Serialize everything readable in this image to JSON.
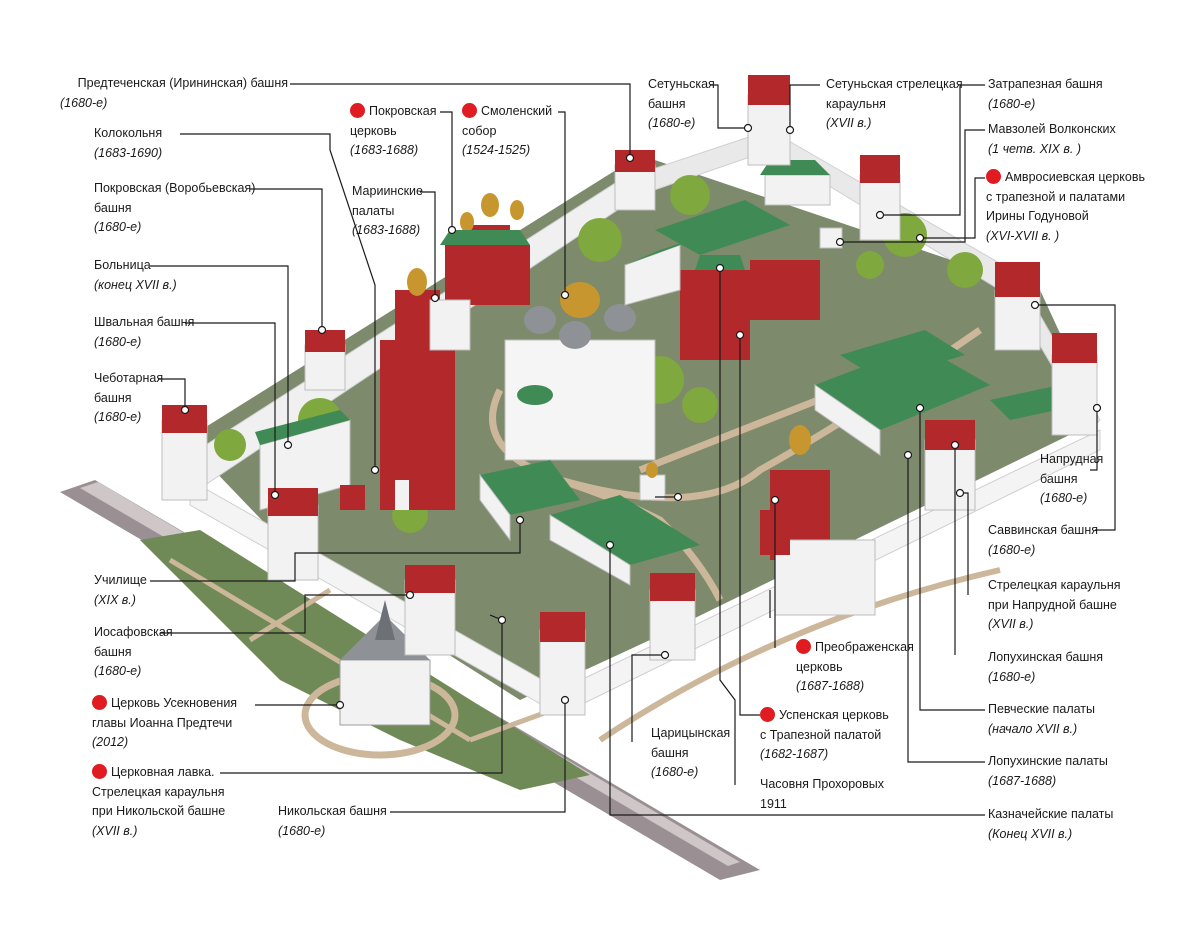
{
  "labels": {
    "predtechenskaya": {
      "name": "Предтеченская (Ирининская) башня",
      "date": "(1680-е)"
    },
    "kolokolnya": {
      "name": "Колокольня",
      "date": "(1683-1690)"
    },
    "pokrovskaya_bashnya": {
      "name1": "Покровская (Воробьевская)",
      "name2": "башня",
      "date": "(1680-е)"
    },
    "bolnitsa": {
      "name": "Больница",
      "date": "(конец XVII в.)"
    },
    "shvalnaya": {
      "name": "Швальная башня",
      "date": "(1680-е)"
    },
    "chebotarnaya": {
      "name1": "Чеботарная",
      "name2": "башня",
      "date": "(1680-е)"
    },
    "pokrovskaya_tserkov": {
      "name1": "Покровская",
      "name2": "церковь",
      "date": "(1683-1688)"
    },
    "smolensky_sobor": {
      "name1": "Смоленский",
      "name2": "собор",
      "date": "(1524-1525)"
    },
    "mariinskie": {
      "name1": "Мариинские",
      "name2": "палаты",
      "date": "(1683-1688)"
    },
    "setunskaya_bashnya": {
      "name1": "Сетуньская",
      "name2": "башня",
      "date": "(1680-е)"
    },
    "setunskaya_karaulnya": {
      "name1": "Сетуньская стрелецкая",
      "name2": "караульня",
      "date": "(XVII в.)"
    },
    "zatrapeznaya": {
      "name": "Затрапезная башня",
      "date": "(1680-е)"
    },
    "mavzolei": {
      "name": "Мавзолей Волконских",
      "date": "(1 четв. XIX в. )"
    },
    "amvrosievskaya": {
      "name1": "Амвросиевская церковь",
      "name2": "с трапезной и палатами",
      "name3": "Ирины Годуновой",
      "date": "(XVI-XVII в. )"
    },
    "naprudnaya": {
      "name1": "Напрудная",
      "name2": "башня",
      "date": "(1680-е)"
    },
    "savvinskaya": {
      "name": "Саввинская башня",
      "date": "(1680-е)"
    },
    "streletskaya_naprudnaya": {
      "name1": "Стрелецкая караульня",
      "name2": "при Напрудной башне",
      "date": "(XVII в.)"
    },
    "lopukhinskaya_bashnya": {
      "name": "Лопухинская башня",
      "date": "(1680-е)"
    },
    "pevcheskie": {
      "name": "Певческие палаты",
      "date": "(начало XVII в.)"
    },
    "lopukhinskie_palaty": {
      "name": "Лопухинские палаты",
      "date": "(1687-1688)"
    },
    "kaznacheiskie": {
      "name": "Казначейские палаты",
      "date": "(Конец XVII в.)"
    },
    "uchilishche": {
      "name": "Училище",
      "date": "(XIX в.)"
    },
    "iosafovskaya": {
      "name1": "Иосафовская",
      "name2": "башня",
      "date": "(1680-е)"
    },
    "usekn": {
      "name1": "Церковь Усекновения",
      "name2": "главы Иоанна Предтечи",
      "date": "(2012)"
    },
    "lavka": {
      "name1": "Церковная лавка.",
      "name2": "Стрелецкая караульня",
      "name3": "при Никольской башне",
      "date": "(XVII в.)"
    },
    "nikolskaya": {
      "name": "Никольская башня",
      "date": "(1680-е)"
    },
    "tsaritsynskaya": {
      "name1": "Царицынская",
      "name2": "башня",
      "date": "(1680-е)"
    },
    "preobrazhenskaya": {
      "name1": "Преображенская",
      "name2": "церковь",
      "date": "(1687-1688)"
    },
    "uspenskaya": {
      "name1": "Успенская церковь",
      "name2": "с Трапезной палатой",
      "date": "(1682-1687)"
    },
    "chasovnya": {
      "name": "Часовня Прохоровых",
      "date": "1911"
    }
  },
  "colors": {
    "marker": "#e01b22",
    "wall": "#f2f2f2",
    "brick": "#b3282b",
    "roof": "#3f8a55",
    "ground": "#7d8a6c",
    "path": "#cdb79b"
  }
}
